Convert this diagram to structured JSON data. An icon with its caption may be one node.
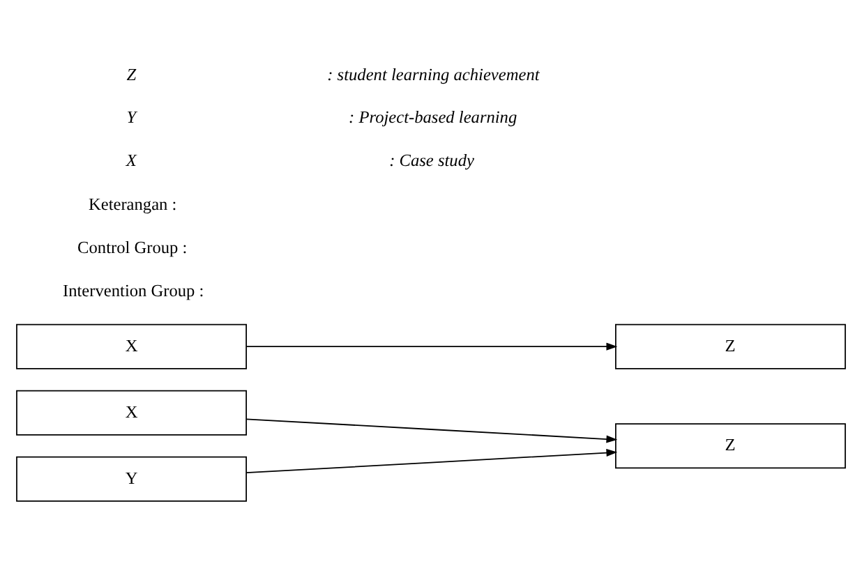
{
  "diagram": {
    "nodes": [
      {
        "text": [
          "X"
        ]
      },
      {
        "text": [
          "Y"
        ]
      },
      {
        "text": [
          "Z"
        ]
      },
      {
        "text": [
          "X"
        ]
      },
      {
        "text": [
          "Z"
        ]
      }
    ],
    "edges": [
      {
        "from": 0,
        "to": 2,
        "arrow": "to"
      },
      {
        "from": 1,
        "to": 2,
        "arrow": "to"
      },
      {
        "from": 3,
        "to": 4,
        "arrow": "to"
      }
    ],
    "labels": [
      "Intervention Group :",
      "Control Group :",
      "Keterangan :",
      "X",
      ": Case study",
      "Y",
      ": Project-based learning",
      "Z",
      ": student learning achievement"
    ]
  }
}
